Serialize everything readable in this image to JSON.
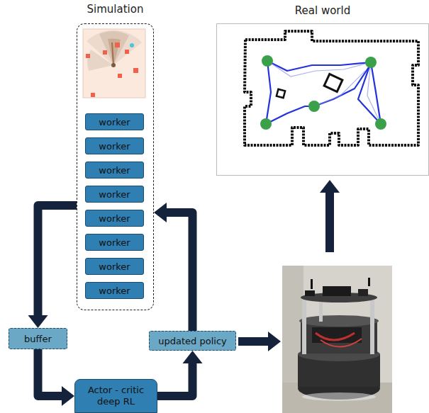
{
  "diagram": {
    "nodes": [
      {
        "text": [
          "Simulation"
        ]
      },
      {
        "text": [
          "worker"
        ],
        "in": 0
      },
      {
        "text": [
          "worker"
        ],
        "in": 0
      },
      {
        "text": [
          "worker"
        ],
        "in": 0
      },
      {
        "text": [
          "worker"
        ],
        "in": 0
      },
      {
        "text": [
          "worker"
        ],
        "in": 0
      },
      {
        "text": [
          "worker"
        ],
        "in": 0
      },
      {
        "text": [
          "worker"
        ],
        "in": 0
      },
      {
        "text": [
          "worker"
        ],
        "in": 0
      },
      {
        "text": [
          "Real world"
        ]
      },
      {
        "text": [
          "buffer"
        ]
      },
      {
        "text": [
          "Actor - critic deep RL"
        ]
      },
      {
        "text": [
          "updated policy"
        ]
      }
    ],
    "edges": [
      {
        "from": 0,
        "to": 10,
        "arrow": "to"
      },
      {
        "from": 10,
        "to": 11,
        "arrow": "to"
      },
      {
        "from": 11,
        "to": 12,
        "arrow": "to"
      },
      {
        "from": 12,
        "to": 0,
        "arrow": "to"
      }
    ]
  }
}
